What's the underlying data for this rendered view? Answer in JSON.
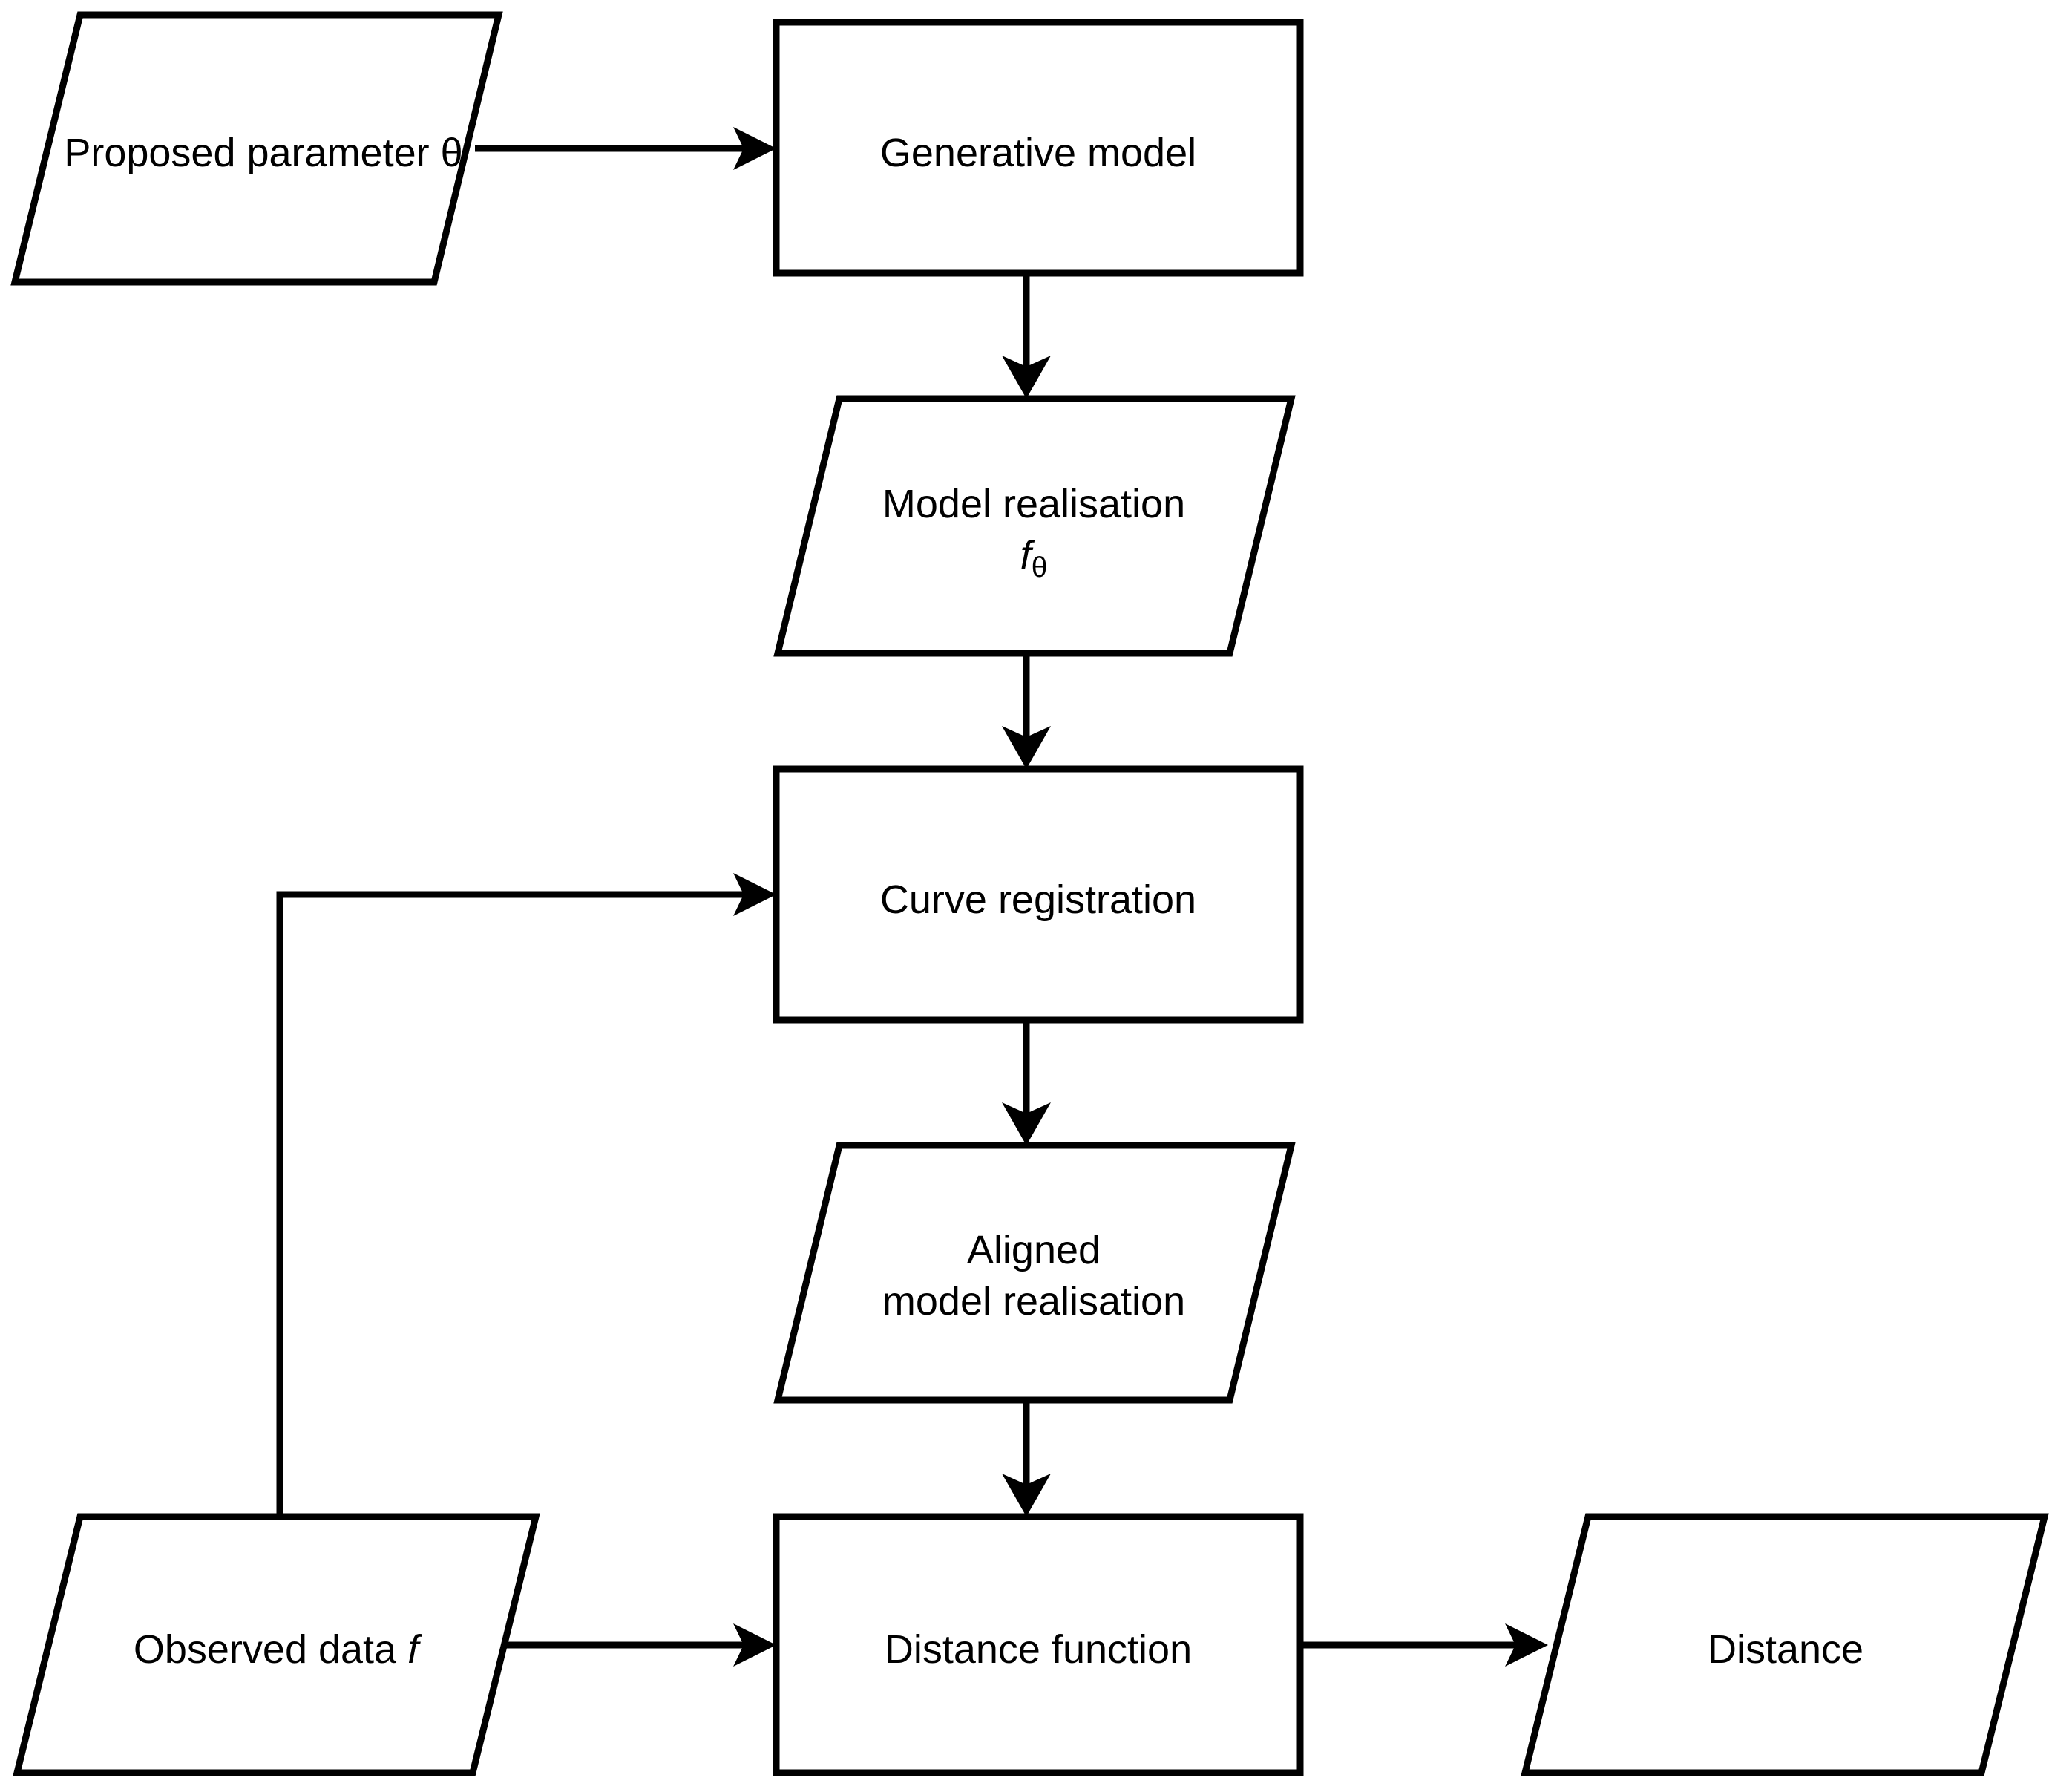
{
  "diagram": {
    "title": "ABC distance computation flowchart",
    "background_color": "#ffffff",
    "stroke_color": "#000000",
    "nodes": [
      {
        "id": "proposed-parameter",
        "shape": "parallelogram",
        "label_line1": "Proposed parameter ",
        "label_symbol": "θ",
        "label_plain": "Proposed parameter θ"
      },
      {
        "id": "generative-model",
        "shape": "rectangle",
        "label_line1": "Generative model",
        "label_plain": "Generative model"
      },
      {
        "id": "model-realisation",
        "shape": "parallelogram",
        "label_line1": "Model realisation",
        "label_symbol_base": "f",
        "label_symbol_sub": "θ",
        "label_plain": "Model realisation fθ"
      },
      {
        "id": "curve-registration",
        "shape": "rectangle",
        "label_line1": "Curve registration",
        "label_plain": "Curve registration"
      },
      {
        "id": "aligned-model-realisation",
        "shape": "parallelogram",
        "label_line1": "Aligned",
        "label_line2": "model realisation",
        "label_plain": "Aligned model realisation"
      },
      {
        "id": "observed-data",
        "shape": "parallelogram",
        "label_line1": "Observed data ",
        "label_symbol": "f",
        "label_plain": "Observed data f"
      },
      {
        "id": "distance-function",
        "shape": "rectangle",
        "label_line1": "Distance function",
        "label_plain": "Distance function"
      },
      {
        "id": "distance",
        "shape": "parallelogram",
        "label_line1": "Distance",
        "label_plain": "Distance"
      }
    ],
    "edges": [
      {
        "id": "e1",
        "from": "proposed-parameter",
        "to": "generative-model",
        "direction": "right"
      },
      {
        "id": "e2",
        "from": "generative-model",
        "to": "model-realisation",
        "direction": "down"
      },
      {
        "id": "e3",
        "from": "model-realisation",
        "to": "curve-registration",
        "direction": "down"
      },
      {
        "id": "e4",
        "from": "observed-data",
        "to": "curve-registration",
        "direction": "up-right"
      },
      {
        "id": "e5",
        "from": "curve-registration",
        "to": "aligned-model-realisation",
        "direction": "down"
      },
      {
        "id": "e6",
        "from": "aligned-model-realisation",
        "to": "distance-function",
        "direction": "down"
      },
      {
        "id": "e7",
        "from": "observed-data",
        "to": "distance-function",
        "direction": "right"
      },
      {
        "id": "e8",
        "from": "distance-function",
        "to": "distance",
        "direction": "right"
      }
    ]
  }
}
